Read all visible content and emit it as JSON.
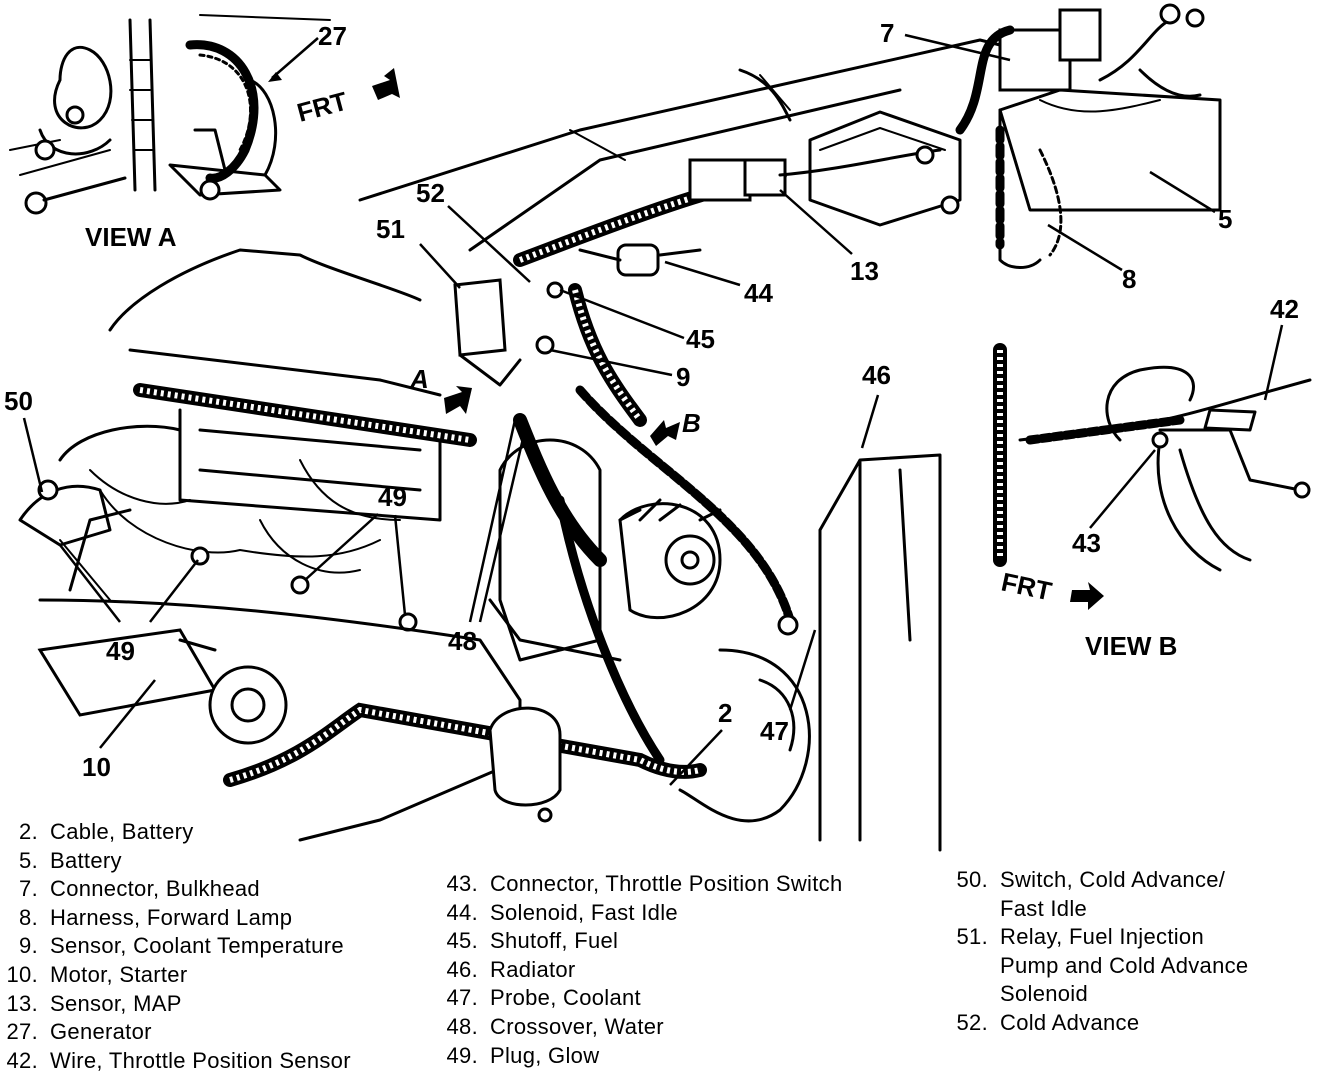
{
  "views": {
    "view_a": "VIEW A",
    "view_b": "VIEW B",
    "frt_main": "FRT",
    "frt_b": "FRT",
    "arrow_a": "A",
    "arrow_b": "B"
  },
  "callouts": {
    "c27": "27",
    "c7": "7",
    "c5": "5",
    "c52": "52",
    "c51": "51",
    "c13": "13",
    "c8": "8",
    "c44": "44",
    "c45": "45",
    "c42": "42",
    "c9": "9",
    "c46": "46",
    "c50": "50",
    "c49a": "49",
    "c49b": "49",
    "c48": "48",
    "c43": "43",
    "c10": "10",
    "c2": "2",
    "c47": "47"
  },
  "legend": {
    "col1": [
      {
        "num": "2.",
        "text": "Cable, Battery"
      },
      {
        "num": "5.",
        "text": "Battery"
      },
      {
        "num": "7.",
        "text": "Connector, Bulkhead"
      },
      {
        "num": "8.",
        "text": "Harness, Forward Lamp"
      },
      {
        "num": "9.",
        "text": "Sensor, Coolant Temperature"
      },
      {
        "num": "10.",
        "text": "Motor, Starter"
      },
      {
        "num": "13.",
        "text": "Sensor, MAP"
      },
      {
        "num": "27.",
        "text": "Generator"
      },
      {
        "num": "42.",
        "text": "Wire, Throttle Position Sensor"
      }
    ],
    "col2": [
      {
        "num": "43.",
        "text": "Connector, Throttle Position Switch"
      },
      {
        "num": "44.",
        "text": "Solenoid, Fast Idle"
      },
      {
        "num": "45.",
        "text": "Shutoff, Fuel"
      },
      {
        "num": "46.",
        "text": "Radiator"
      },
      {
        "num": "47.",
        "text": "Probe, Coolant"
      },
      {
        "num": "48.",
        "text": "Crossover, Water"
      },
      {
        "num": "49.",
        "text": "Plug, Glow"
      }
    ],
    "col3": [
      {
        "num": "50.",
        "text": "Switch, Cold Advance/",
        "cont": "Fast Idle"
      },
      {
        "num": "51.",
        "text": "Relay, Fuel Injection",
        "cont": "Pump and Cold Advance",
        "cont2": "Solenoid"
      },
      {
        "num": "52.",
        "text": "Cold Advance"
      }
    ]
  }
}
